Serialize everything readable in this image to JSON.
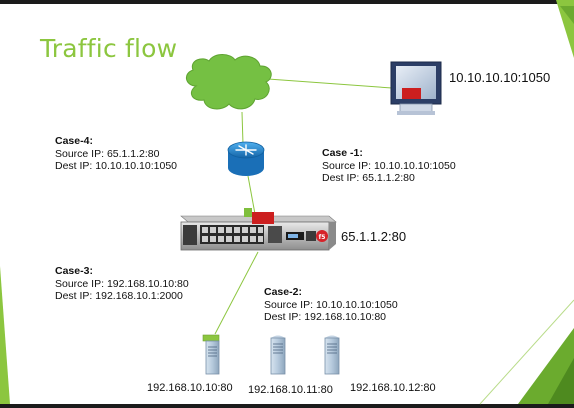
{
  "slide": {
    "title": "Traffic flow",
    "client_ip": "10.10.10.10:1050",
    "lb_ip": "65.1.1.2:80"
  },
  "cases": [
    {
      "head": "Case-4:",
      "src": "Source IP: 65.1.1.2:80",
      "dst": "Dest IP: 10.10.10.10:1050"
    },
    {
      "head": "Case -1:",
      "src": "Source IP: 10.10.10.10:1050",
      "dst": "Dest IP: 65.1.1.2:80"
    },
    {
      "head": "Case-3:",
      "src": "Source IP: 192.168.10.10:80",
      "dst": "Dest IP: 192.168.10.1:2000"
    },
    {
      "head": "Case-2:",
      "src": "Source IP: 10.10.10.10:1050",
      "dst": "Dest IP: 192.168.10.10:80"
    }
  ],
  "servers": [
    "192.168.10.10:80",
    "192.168.10.11:80",
    "192.168.10.12:80"
  ],
  "colors": {
    "accent_green": "#8cc63f",
    "highlight_red": "#cc1f1f",
    "router_blue": "#1e88d8",
    "server_blue": "#b9cde0"
  },
  "icons": [
    "cloud-icon",
    "router-icon",
    "load-balancer-icon",
    "monitor-icon",
    "server-icon"
  ]
}
